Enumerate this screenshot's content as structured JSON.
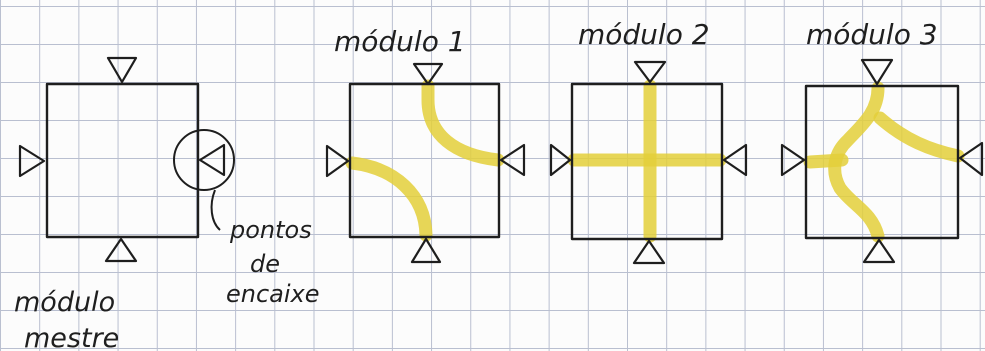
{
  "labels": {
    "modulo1": "módulo 1",
    "modulo2": "módulo 2",
    "modulo3": "módulo 3",
    "mestre_line1": "módulo",
    "mestre_line2": "mestre",
    "pontos_line1": "pontos",
    "pontos_line2": "de",
    "pontos_line3": "encaixe"
  },
  "colors": {
    "ink": "#1e1e1e",
    "highlight": "#e3cf3a",
    "grid": "#b9bfd0"
  }
}
